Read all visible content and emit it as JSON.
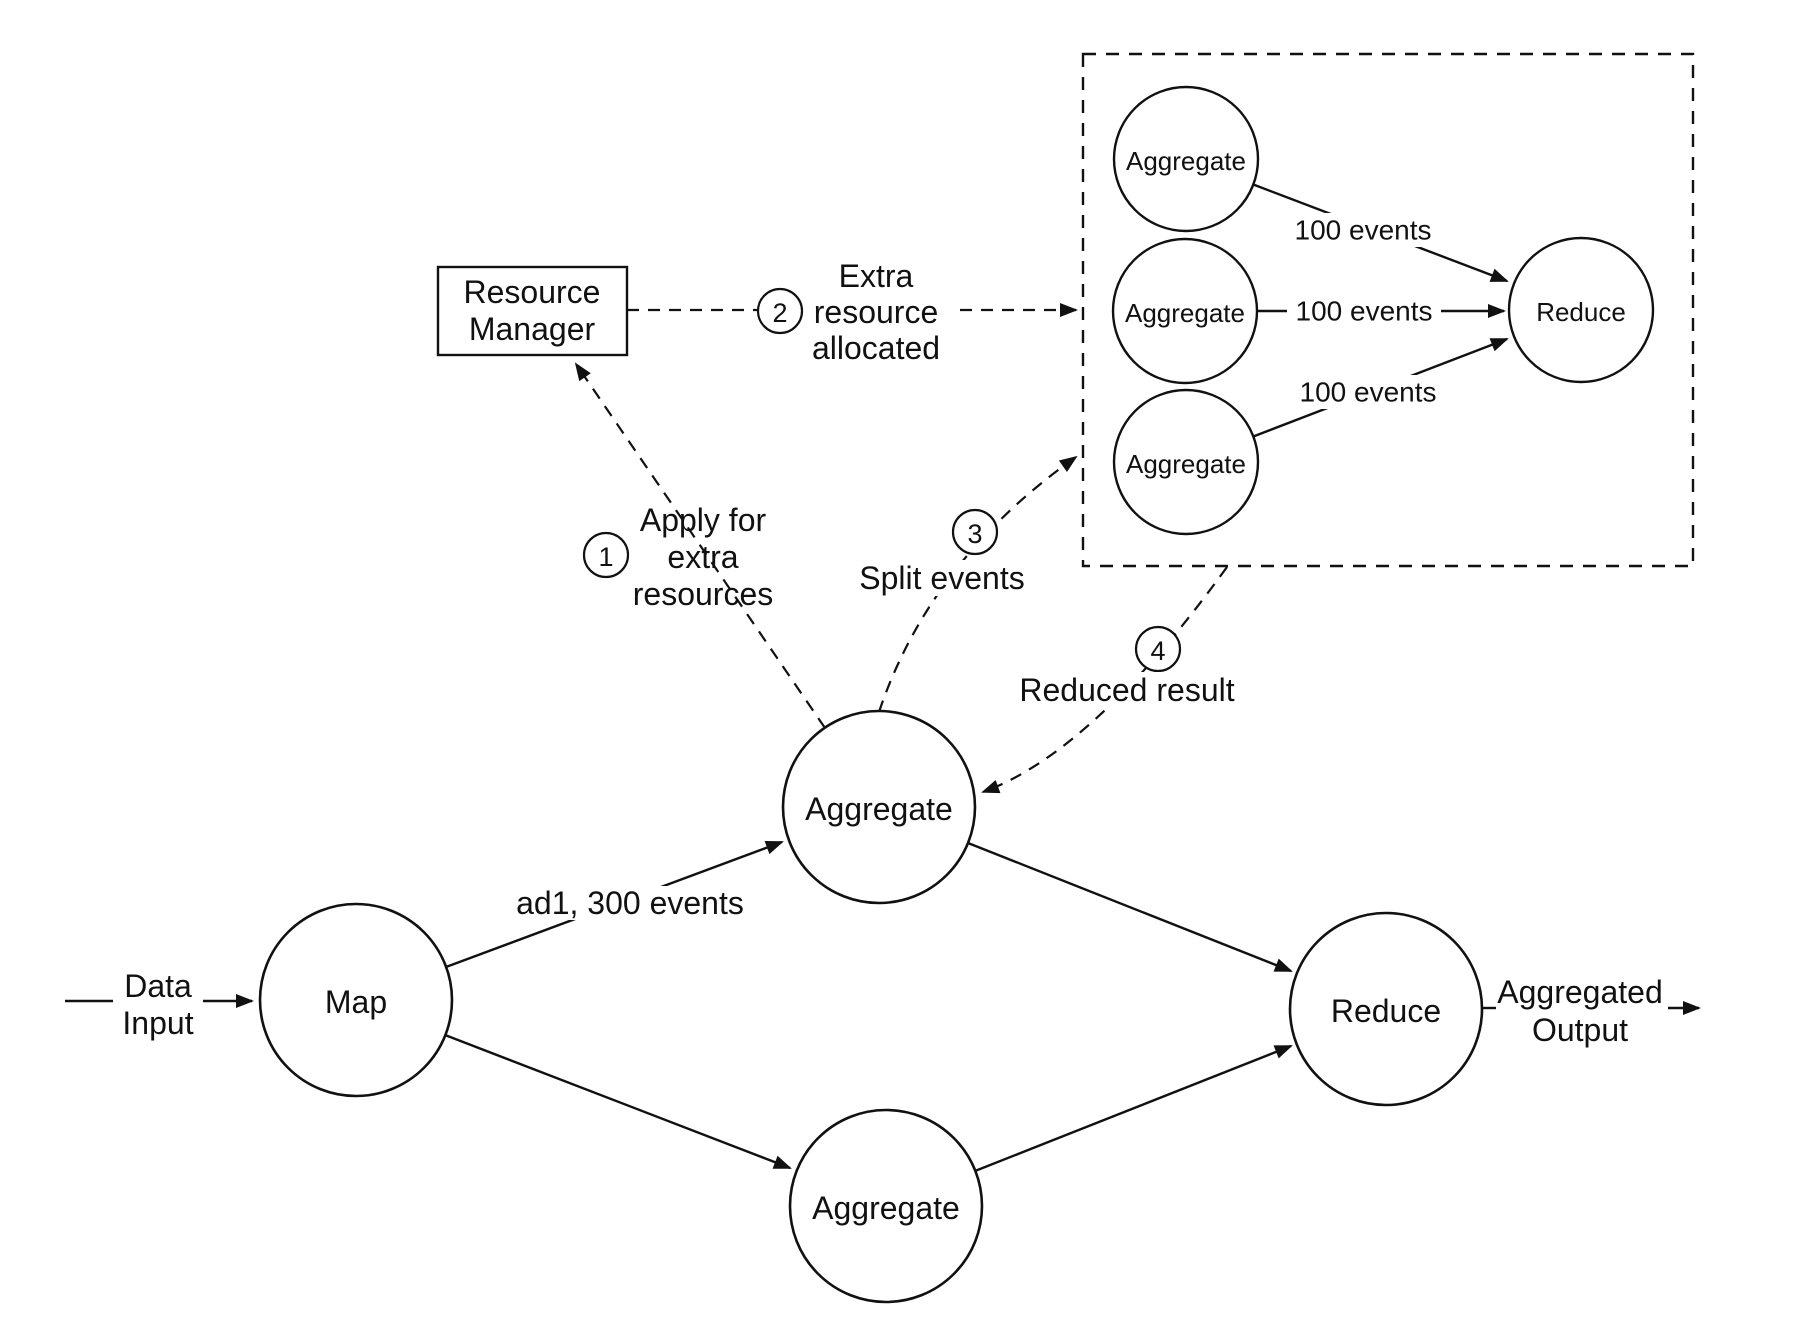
{
  "diagram": {
    "title": "map-reduce dataflow with dynamic resource allocation",
    "colors": {
      "line": "#111111",
      "background": "#ffffff",
      "text": "#111111"
    },
    "nodes": {
      "map": "Map",
      "aggregate_top": "Aggregate",
      "aggregate_bottom": "Aggregate",
      "reduce": "Reduce",
      "resource_manager": {
        "line1": "Resource",
        "line2": "Manager"
      },
      "allocated_group": {
        "aggregate_1": "Aggregate",
        "aggregate_2": "Aggregate",
        "aggregate_3": "Aggregate",
        "reduce": "Reduce"
      }
    },
    "edge_labels": {
      "data_input": {
        "line1": "Data",
        "line2": "Input"
      },
      "map_to_aggregate": "ad1, 300 events",
      "aggregated_output": {
        "line1": "Aggregated",
        "line2": "Output"
      },
      "events_from_aggregate_1": "100 events",
      "events_from_aggregate_2": "100 events",
      "events_from_aggregate_3": "100 events"
    },
    "steps": [
      {
        "number": "1",
        "lines": [
          "Apply for",
          "extra",
          "resources"
        ]
      },
      {
        "number": "2",
        "lines": [
          "Extra",
          "resource",
          "allocated"
        ]
      },
      {
        "number": "3",
        "lines": [
          "Split events"
        ]
      },
      {
        "number": "4",
        "lines": [
          "Reduced result"
        ]
      }
    ]
  }
}
